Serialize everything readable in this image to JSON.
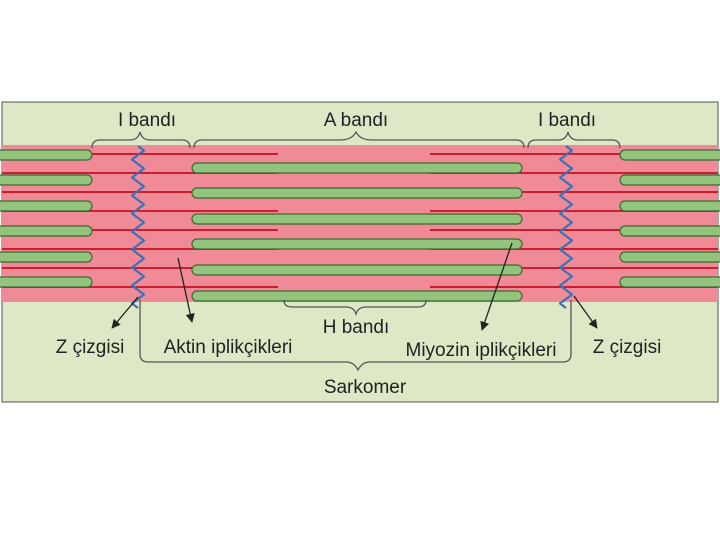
{
  "labels": {
    "i_band_left": "I bandı",
    "a_band": "A bandı",
    "i_band_right": "I bandı",
    "z_line_left": "Z çizgisi",
    "actin": "Aktin iplikçikleri",
    "h_band": "H bandı",
    "myosin": "Miyozin iplikçikleri",
    "z_line_right": "Z çizgisi",
    "sarcomere": "Sarkomer"
  },
  "colors": {
    "background_panel": "#dde9c6",
    "muscle_band": "#f08a96",
    "actin_filament": "#c8202e",
    "myosin_filament": "#93c47d",
    "myosin_outline": "#3a6b32",
    "z_line": "#3f6fb5",
    "bracket_line": "#555555",
    "label_text": "#222222"
  }
}
